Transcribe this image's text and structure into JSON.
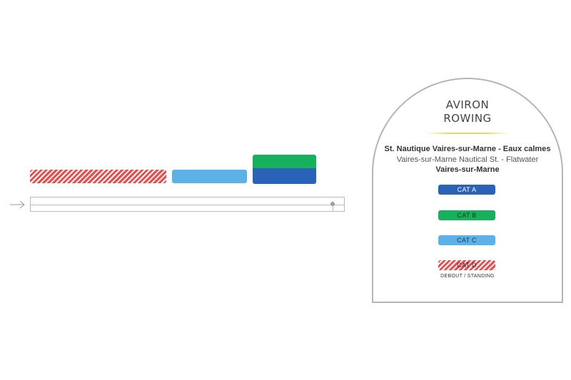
{
  "legend": {
    "title_fr": "AVIRON",
    "title_en": "ROWING",
    "venue_fr": "St. Nautique Vaires-sur-Marne - Eaux calmes",
    "venue_en": "Vaires-sur-Marne Nautical St. - Flatwater",
    "venue_city": "Vaires-sur-Marne",
    "categories": [
      {
        "label": "CAT A",
        "color": "#2a62b8"
      },
      {
        "label": "CAT B",
        "color": "#17b15d"
      },
      {
        "label": "CAT C",
        "color": "#5cb2e6"
      },
      {
        "label": "CAT D",
        "color": "#ef4b4b",
        "pattern": "hatched"
      }
    ],
    "standing_note": "DEBOUT / STANDING"
  },
  "seating_plan": {
    "stands": [
      {
        "id": "stand-d",
        "category": "CAT D"
      },
      {
        "id": "stand-c",
        "category": "CAT C"
      },
      {
        "id": "stand-b",
        "category": "CAT B"
      },
      {
        "id": "stand-a",
        "category": "CAT A"
      }
    ],
    "course": {
      "direction": "left-to-right",
      "icons": [
        "arrow-right-icon",
        "finish-marker-icon"
      ]
    }
  }
}
